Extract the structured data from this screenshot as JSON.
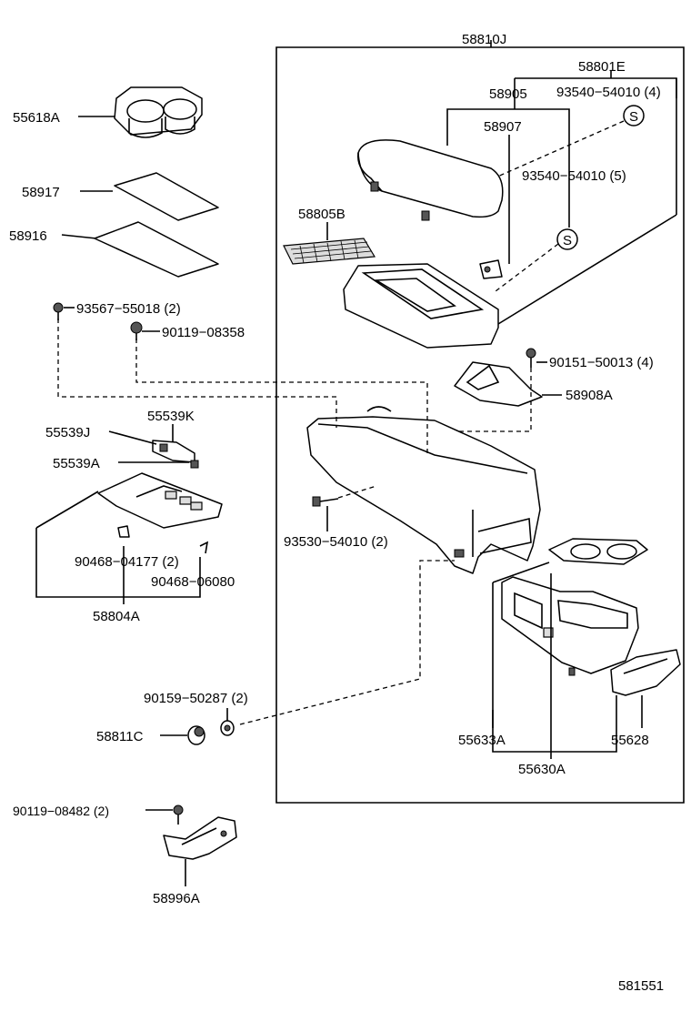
{
  "page_code": "581551",
  "labels": {
    "l58810J": "58810J",
    "l58801E": "58801E",
    "l58905": "58905",
    "l93540_4": "93540−54010 (4)",
    "l58907": "58907",
    "l93540_5": "93540−54010 (5)",
    "l58805B": "58805B",
    "l90151": "90151−50013 (4)",
    "l58908A": "58908A",
    "l55618A": "55618A",
    "l58917": "58917",
    "l58916": "58916",
    "l93567": "93567−55018 (2)",
    "l90119_08358": "90119−08358",
    "l55539K": "55539K",
    "l55539J": "55539J",
    "l55539A": "55539A",
    "l90468_04177": "90468−04177 (2)",
    "l90468_06080": "90468−06080",
    "l58804A": "58804A",
    "l93530": "93530−54010 (2)",
    "l90159": "90159−50287 (2)",
    "l58811C": "58811C",
    "l55633A": "55633A",
    "l55628": "55628",
    "l55630A": "55630A",
    "l90119_08482": "90119−08482 (2)",
    "l58996A": "58996A"
  },
  "markers": {
    "s1": "S",
    "s2": "S"
  }
}
